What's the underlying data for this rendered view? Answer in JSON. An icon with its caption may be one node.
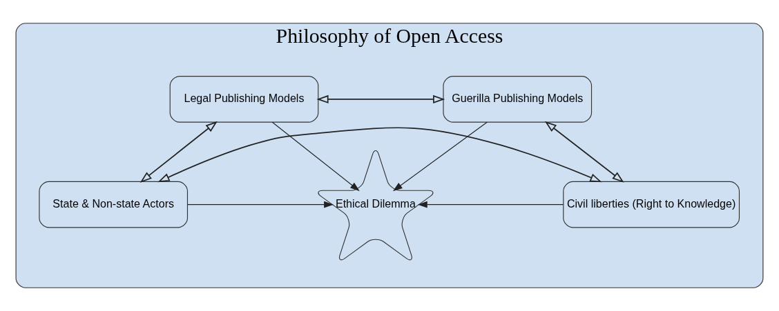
{
  "diagram": {
    "nodes": [
      {
        "text": [
          "Philosophy of Open Access"
        ]
      },
      {
        "text": [
          "Legal Publishing Models"
        ],
        "in": 0
      },
      {
        "text": [
          "Guerilla Publishing Models"
        ],
        "in": 0
      },
      {
        "text": [
          "Ethical Dilemma"
        ],
        "in": 0
      },
      {
        "text": [
          "State & Non-state Actors"
        ],
        "in": 0
      },
      {
        "text": [
          "Civil liberties (Right to Knowledge)"
        ],
        "in": 0
      }
    ],
    "edges": [
      {
        "from": 1,
        "to": 2,
        "arrow": "both"
      },
      {
        "from": 1,
        "to": 4,
        "arrow": "both"
      },
      {
        "from": 2,
        "to": 5,
        "arrow": "both"
      },
      {
        "from": 4,
        "to": 5,
        "arrow": "both"
      },
      {
        "from": 1,
        "to": 3,
        "arrow": "to"
      },
      {
        "from": 2,
        "to": 3,
        "arrow": "to"
      },
      {
        "from": 4,
        "to": 3,
        "arrow": "to"
      },
      {
        "from": 5,
        "to": 3,
        "arrow": "to"
      }
    ]
  }
}
